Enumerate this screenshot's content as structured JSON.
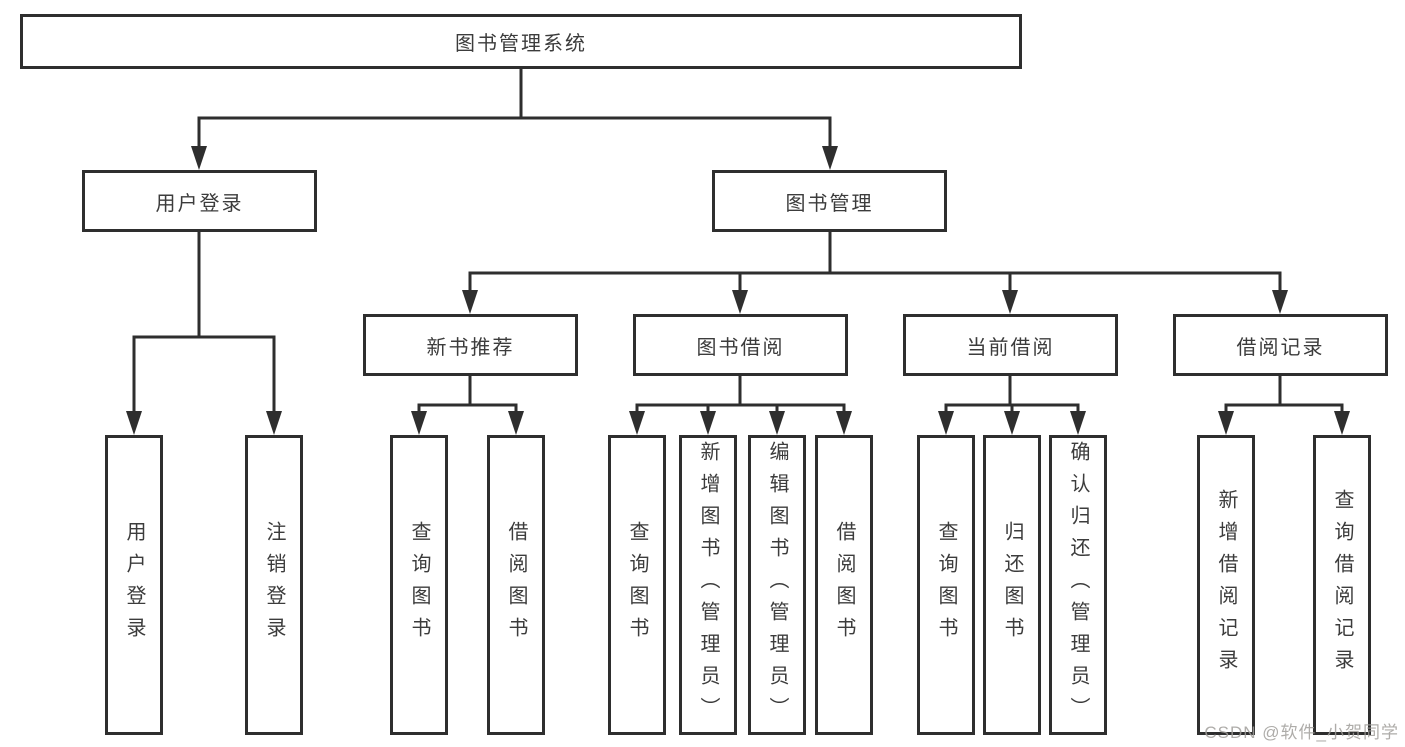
{
  "tree": {
    "label": "图书管理系统",
    "children": [
      {
        "label": "用户登录",
        "children": [
          {
            "label": "用户登录"
          },
          {
            "label": "注销登录"
          }
        ]
      },
      {
        "label": "图书管理",
        "children": [
          {
            "label": "新书推荐",
            "children": [
              {
                "label": "查询图书"
              },
              {
                "label": "借阅图书"
              }
            ]
          },
          {
            "label": "图书借阅",
            "children": [
              {
                "label": "查询图书"
              },
              {
                "label": "新增图书（管理员）"
              },
              {
                "label": "编辑图书（管理员）"
              },
              {
                "label": "借阅图书"
              }
            ]
          },
          {
            "label": "当前借阅",
            "children": [
              {
                "label": "查询图书"
              },
              {
                "label": "归还图书"
              },
              {
                "label": "确认归还（管理员）"
              }
            ]
          },
          {
            "label": "借阅记录",
            "children": [
              {
                "label": "新增借阅记录"
              },
              {
                "label": "查询借阅记录"
              }
            ]
          }
        ]
      }
    ]
  },
  "watermark": "CSDN @软件_小贺同学",
  "colors": {
    "line": "#2e2e2e",
    "text": "#3c3c3c",
    "background": "#ffffff",
    "watermark": "#a09d9a"
  }
}
